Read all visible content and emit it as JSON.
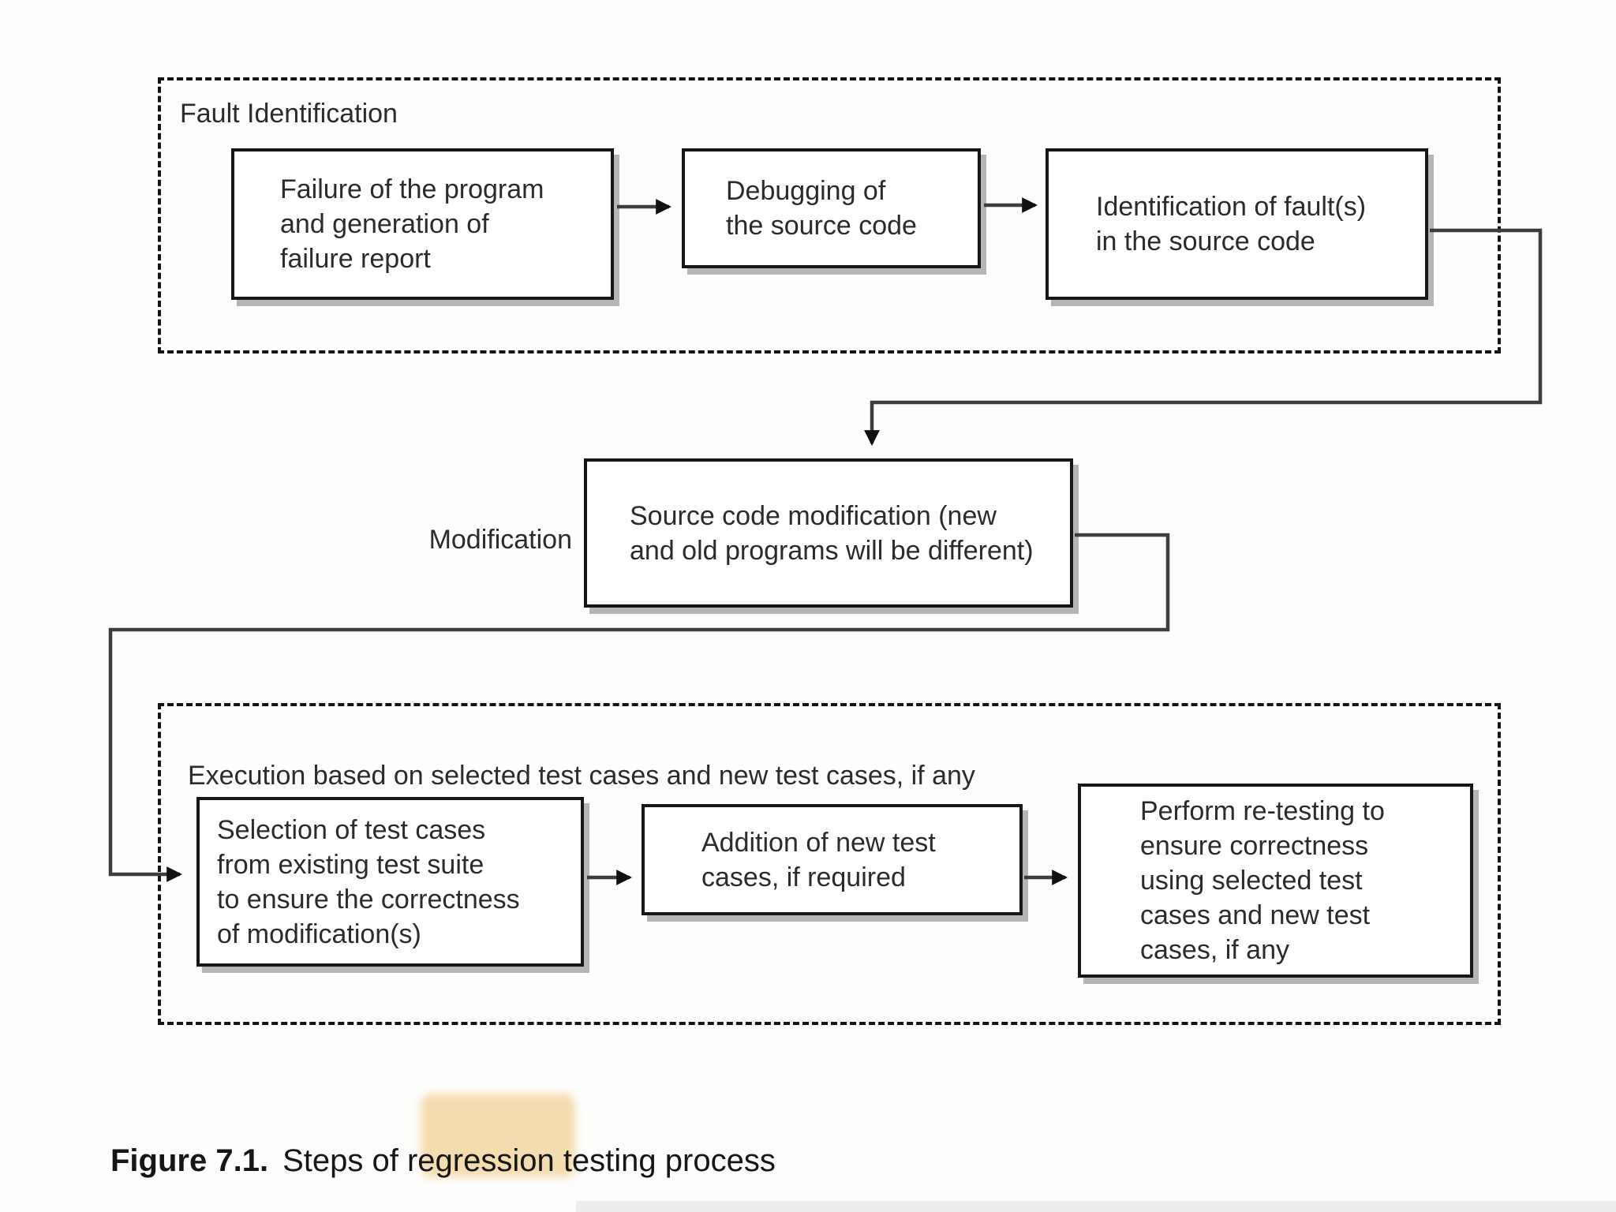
{
  "figure": {
    "caption": {
      "figure_label": "Figure 7.1.",
      "before_highlight": "Steps of ",
      "highlight": "regression",
      "after_highlight": " testing process"
    }
  },
  "phases": {
    "fault_identification": {
      "label": "Fault Identification",
      "boxes": [
        {
          "text": "Failure of the program\nand generation of\nfailure report"
        },
        {
          "text": "Debugging of\nthe source code"
        },
        {
          "text": "Identification of fault(s)\nin the source code"
        }
      ]
    },
    "modification": {
      "label": "Modification",
      "box": {
        "text": "Source code modification (new\nand old programs will be different)"
      }
    },
    "execution": {
      "label": "Execution based on selected test cases and new test cases, if any",
      "boxes": [
        {
          "text": "Selection of test cases\nfrom existing test suite\nto ensure the correctness\nof modification(s)"
        },
        {
          "text": "Addition of new test\ncases, if required"
        },
        {
          "text": "Perform re-testing to\nensure correctness\nusing selected test\ncases and new test\ncases, if any"
        }
      ]
    }
  },
  "colors": {
    "box_border": "#161616",
    "connector": "#3d3d3d",
    "highlight": "#f3d9a8"
  }
}
